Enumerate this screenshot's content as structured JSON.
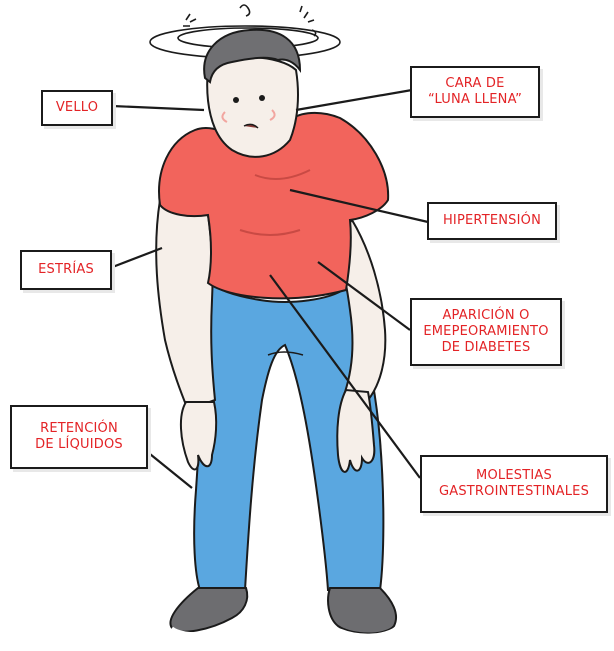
{
  "labels": {
    "vello": "VELLO",
    "cara": "CARA DE\n“LUNA LLENA”",
    "hipertension": "HIPERTENSIÓN",
    "estrias": "ESTRÍAS",
    "diabetes": "APARICIÓN O\nEMEPEORAMIENTO\nDE DIABETES",
    "retencion": "RETENCIÓN\nDE LÍQUIDOS",
    "molestias": "MOLESTIAS\nGASTROINTESTINALES"
  },
  "figure": {
    "shirt_color": "#f2645c",
    "pants_color": "#5aa7e0",
    "skin_color": "#f6efe9",
    "hair_color": "#6f6f72",
    "shoe_color": "#6d6d70",
    "outline_color": "#1b1b1b",
    "label_text_color": "#e32326"
  }
}
